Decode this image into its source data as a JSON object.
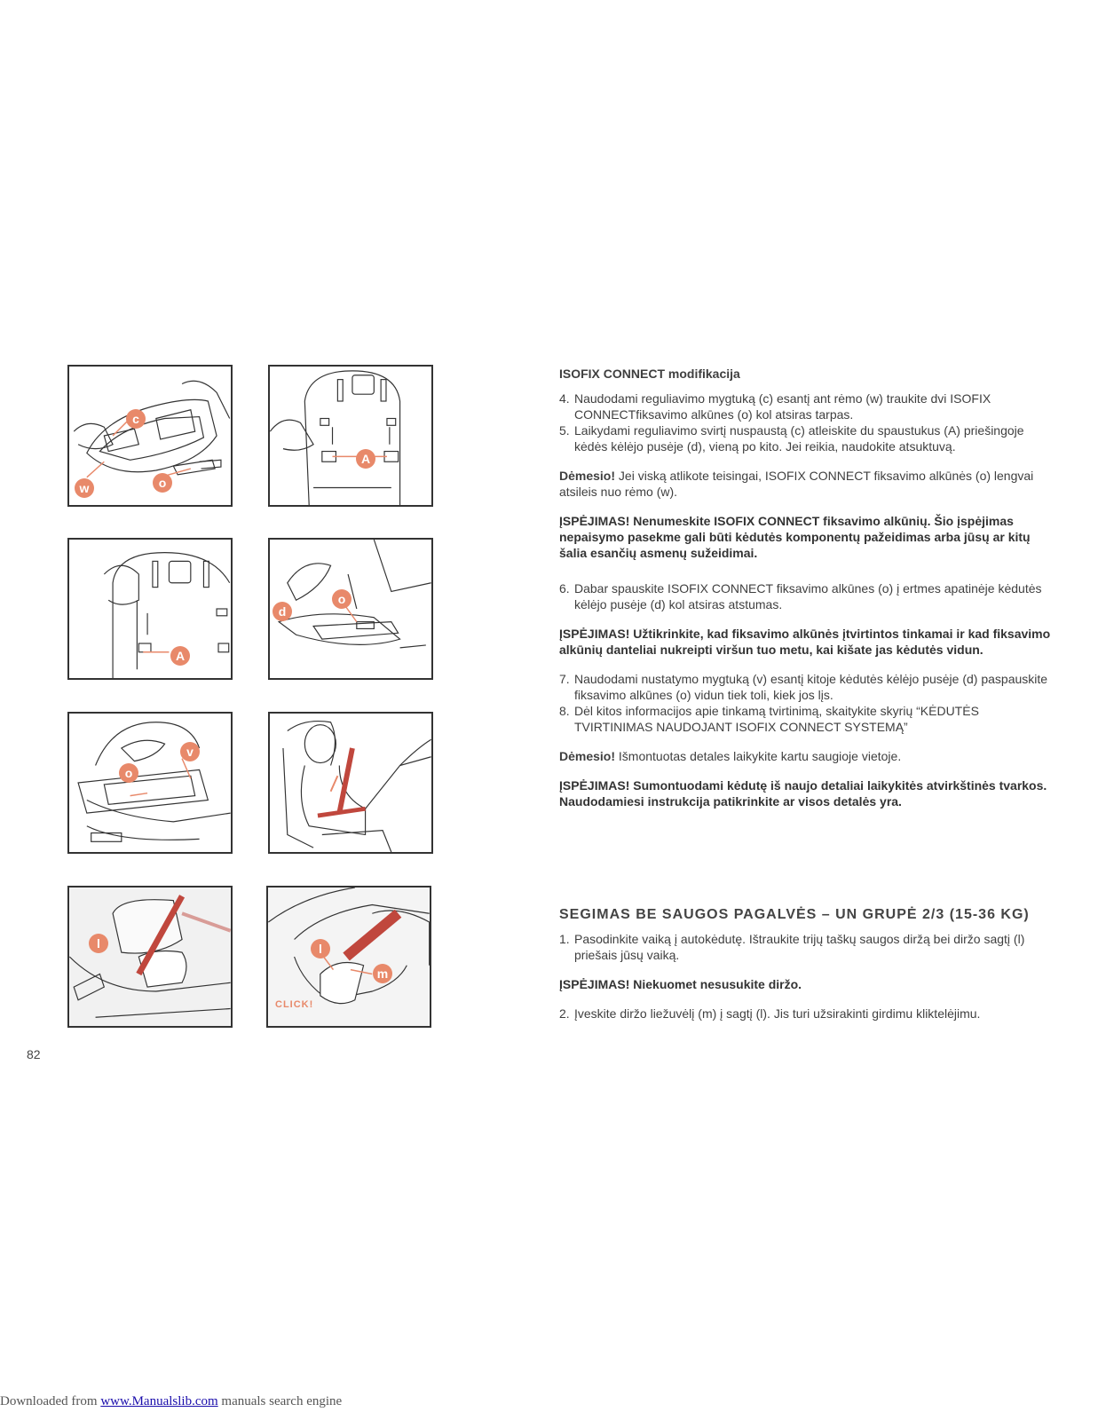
{
  "colors": {
    "accent": "#e8896a",
    "belt": "#c0473d",
    "line": "#333333"
  },
  "figures": {
    "fig1": {
      "labels": {
        "c": "c",
        "w": "w",
        "o": "o"
      }
    },
    "fig2": {
      "labels": {
        "A": "A"
      }
    },
    "fig3": {
      "labels": {
        "A": "A"
      }
    },
    "fig4": {
      "labels": {
        "d": "d",
        "o": "o"
      }
    },
    "fig5": {
      "labels": {
        "o": "o",
        "v": "v"
      }
    },
    "fig7": {
      "labels": {
        "l": "l"
      }
    },
    "fig8": {
      "labels": {
        "l": "l",
        "m": "m"
      },
      "click": "CLICK!"
    }
  },
  "isofix": {
    "heading": "ISOFIX CONNECT modifikacija",
    "steps_a": [
      {
        "num": "4.",
        "text": "Naudodami reguliavimo mygtuką (c) esantį ant rėmo (w) traukite dvi ISOFIX CONNECTfiksavimo alkūnes (o) kol atsiras tarpas."
      },
      {
        "num": "5.",
        "text": "Laikydami reguliavimo svirtį nuspaustą (c) atleiskite du spaustukus (A) priešingoje kėdės kėlėjo pusėje (d), vieną po kito. Jei reikia, naudokite atsuktuvą."
      }
    ],
    "note1_bold": "Dėmesio!",
    "note1_text": " Jei viską atlikote teisingai, ISOFIX CONNECT fiksavimo alkūnės (o) lengvai atsileis nuo rėmo (w).",
    "warning1": "ĮSPĖJIMAS! Nenumeskite ISOFIX CONNECT fiksavimo alkūnių. Šio įspėjimas nepaisymo pasekme gali būti kėdutės komponentų pažeidimas arba jūsų ar kitų šalia esančių asmenų sužeidimai.",
    "steps_b": [
      {
        "num": "6.",
        "text": "Dabar spauskite ISOFIX CONNECT fiksavimo alkūnes (o) į ertmes apatinėje kėdutės kėlėjo pusėje  (d) kol atsiras atstumas."
      }
    ],
    "warning2": "ĮSPĖJIMAS! Užtikrinkite, kad fiksavimo alkūnės įtvirtintos tinkamai ir kad fiksavimo alkūnių danteliai nukreipti viršun tuo metu, kai kišate jas kėdutės vidun.",
    "steps_c": [
      {
        "num": "7.",
        "text": "Naudodami nustatymo mygtuką (v) esantį kitoje kėdutės kėlėjo pusėje (d) paspauskite fiksavimo alkūnes (o) vidun tiek toli, kiek jos lįs."
      },
      {
        "num": "8.",
        "text": "Dėl kitos informacijos apie tinkamą tvirtinimą, skaitykite skyrių “KĖDUTĖS TVIRTINIMAS NAUDOJANT ISOFIX CONNECT SYSTEMĄ”"
      }
    ],
    "note2_bold": "Dėmesio!",
    "note2_text": " Išmontuotas detales laikykite kartu saugioje vietoje.",
    "warning3": "ĮSPĖJIMAS! Sumontuodami kėdutę iš naujo detaliai laikykitės atvirkštinės tvarkos. Naudodamiesi instrukcija patikrinkite ar visos detalės yra."
  },
  "segimas": {
    "heading": "SEGIMAS BE SAUGOS PAGALVĖS – UN GRUPĖ 2/3 (15-36 KG)",
    "steps_a": [
      {
        "num": "1.",
        "text": "Pasodinkite vaiką į autokėdutę. Ištraukite trijų taškų saugos diržą bei diržo sagtį (l) priešais jūsų vaiką."
      }
    ],
    "warning": "ĮSPĖJIMAS! Niekuomet nesusukite diržo.",
    "steps_b": [
      {
        "num": "2.",
        "text": "Įveskite diržo liežuvėlį (m) į sagtį (l). Jis turi užsirakinti girdimu kliktelėjimu."
      }
    ]
  },
  "page_number": "82",
  "footer": {
    "prefix": "Downloaded from ",
    "link": "www.Manualslib.com",
    "suffix": " manuals search engine"
  }
}
